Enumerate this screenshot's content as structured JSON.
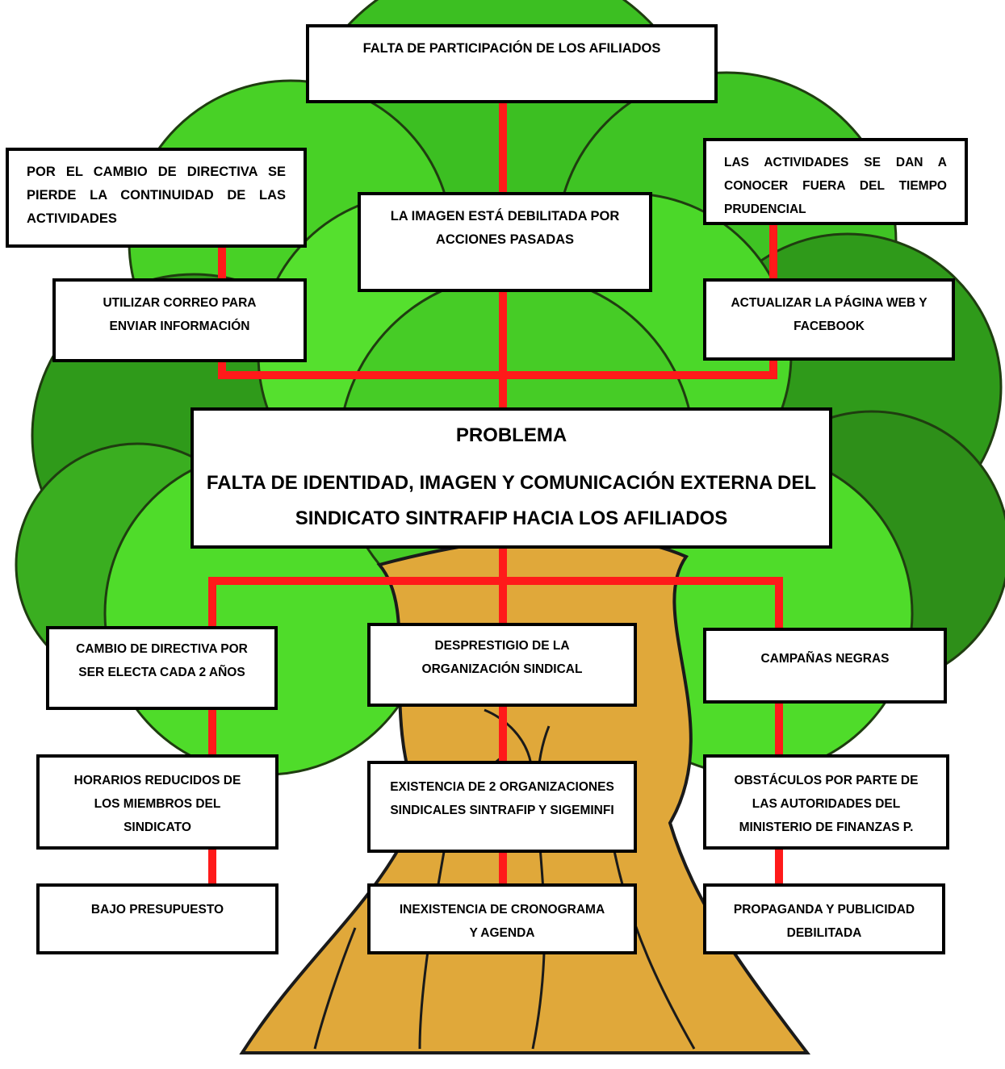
{
  "colors": {
    "connector": "#ff1a1a",
    "box_border": "#000000",
    "foliage_light": "#4fdc2a",
    "foliage_dark": "#2f9a1a",
    "trunk": "#e0a83a",
    "trunk_dark": "#b07c20"
  },
  "effects": {
    "e1": "FALTA DE PARTICIPACIÓN DE LOS AFILIADOS",
    "e2": "POR EL CAMBIO DE DIRECTIVA SE PIERDE LA CONTINUIDAD DE LAS ACTIVIDADES",
    "e3": "LA IMAGEN ESTÁ DEBILITADA POR ACCIONES PASADAS",
    "e4": "LAS ACTIVIDADES SE DAN A CONOCER FUERA DEL TIEMPO PRUDENCIAL",
    "e5": "UTILIZAR CORREO PARA ENVIAR INFORMACIÓN",
    "e6": "ACTUALIZAR LA PÁGINA WEB Y FACEBOOK"
  },
  "problem": {
    "label": "PROBLEMA",
    "text": "FALTA DE IDENTIDAD, IMAGEN Y COMUNICACIÓN EXTERNA DEL SINDICATO SINTRAFIP HACIA LOS AFILIADOS"
  },
  "causes": {
    "c1": "CAMBIO DE DIRECTIVA POR SER ELECTA CADA 2 AÑOS",
    "c2": "DESPRESTIGIO DE LA ORGANIZACIÓN SINDICAL",
    "c3": "CAMPAÑAS NEGRAS",
    "c4": "HORARIOS REDUCIDOS DE LOS MIEMBROS DEL SINDICATO",
    "c5": "EXISTENCIA DE 2 ORGANIZACIONES SINDICALES SINTRAFIP Y SIGEMINFI",
    "c6": "OBSTÁCULOS POR PARTE DE LAS AUTORIDADES DEL MINISTERIO DE FINANZAS P.",
    "c7": "BAJO PRESUPUESTO",
    "c8": "INEXISTENCIA DE CRONOGRAMA Y AGENDA",
    "c9": "PROPAGANDA Y PUBLICIDAD DEBILITADA"
  }
}
